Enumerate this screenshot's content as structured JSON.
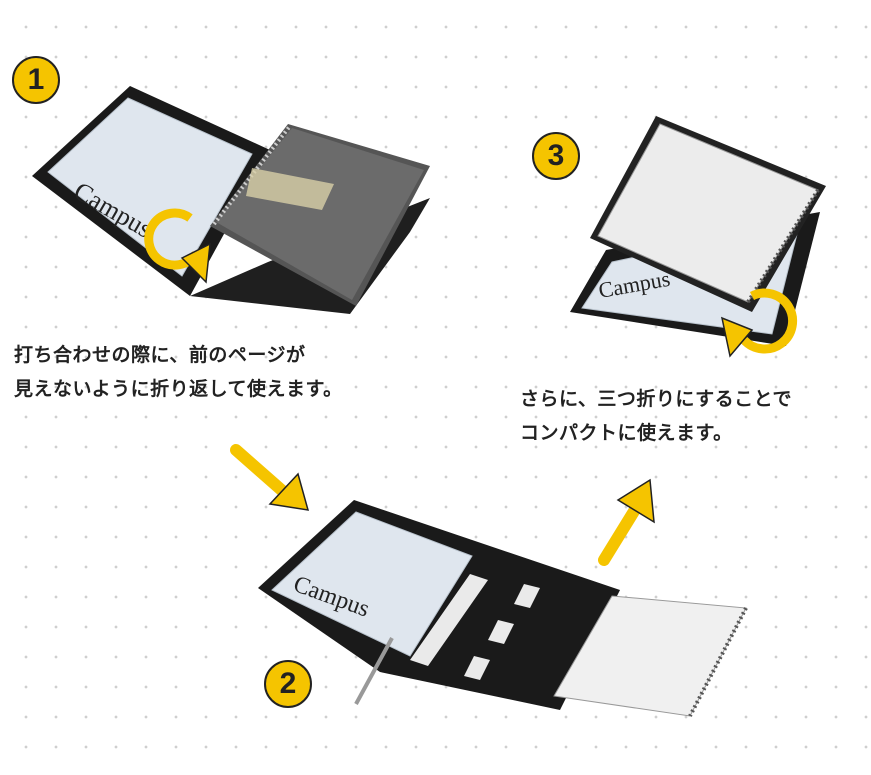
{
  "steps": [
    {
      "number": "1",
      "caption_line1": "打ち合わせの際に、前のページが",
      "caption_line2": "見えないように折り返して使えます。"
    },
    {
      "number": "2"
    },
    {
      "number": "3",
      "caption_line1": "さらに、三つ折りにすることで",
      "caption_line2": "コンパクトに使えます。"
    }
  ],
  "notebook_brand": "Campus",
  "colors": {
    "badge": "#f5c400",
    "arrow": "#f5c400",
    "binder": "#1a1a1a"
  }
}
